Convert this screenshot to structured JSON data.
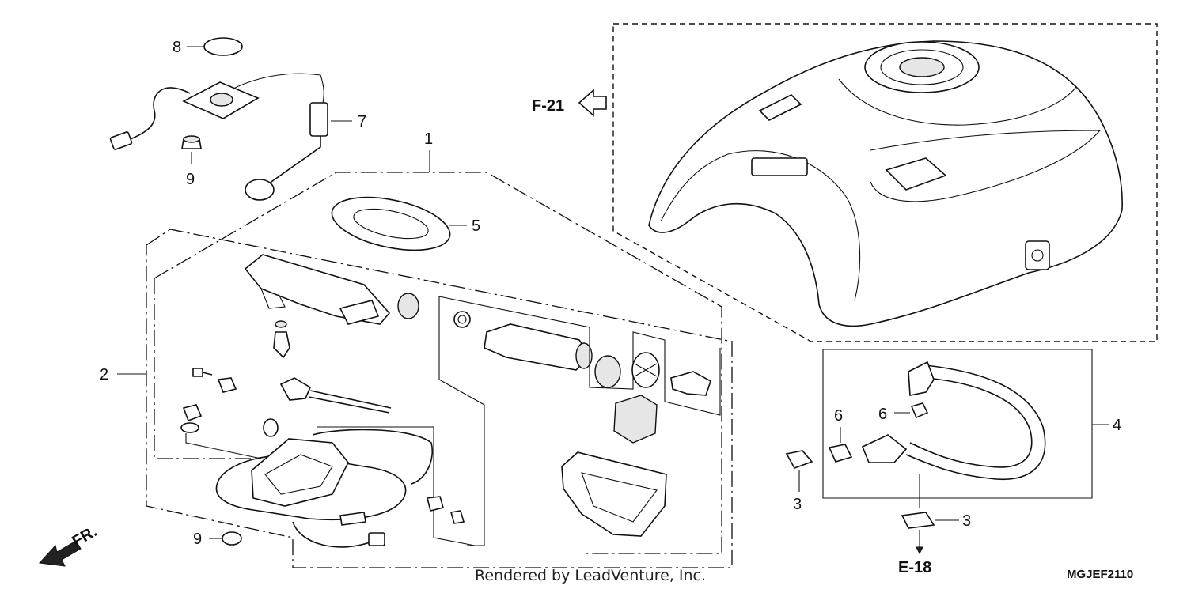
{
  "diagram": {
    "callouts": {
      "c1": "1",
      "c2": "2",
      "c3a": "3",
      "c3b": "3",
      "c4": "4",
      "c5": "5",
      "c6a": "6",
      "c6b": "6",
      "c7": "7",
      "c8": "8",
      "c9a": "9",
      "c9b": "9"
    },
    "references": {
      "f21": "F-21",
      "e18": "E-18",
      "front": "FR."
    },
    "watermark": "Rendered by LeadVenture, Inc.",
    "part_code": "MGJEF2110"
  }
}
